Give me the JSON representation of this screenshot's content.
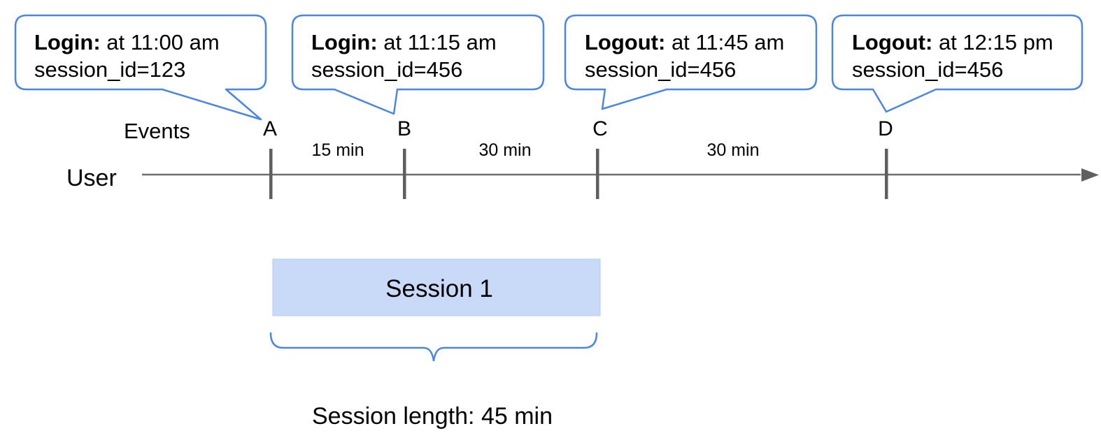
{
  "colors": {
    "bubble_border": "#4a86e8",
    "bubble_fill": "#ffffff",
    "session_fill": "#c9daf8",
    "session_border": "#b7c9ee",
    "brace": "#4a86e8",
    "axis": "#6e6e6e",
    "tick": "#5f5f5f",
    "arrow": "#5f5f5f",
    "text": "#000000"
  },
  "bubbles": [
    {
      "event": "Login:",
      "time": " at 11:00 am",
      "session": "session_id=123",
      "points_to": "A"
    },
    {
      "event": "Login:",
      "time": " at 11:15 am",
      "session": "session_id=456",
      "points_to": "B"
    },
    {
      "event": "Logout:",
      "time": " at 11:45 am",
      "session": "session_id=456",
      "points_to": "C"
    },
    {
      "event": "Logout:",
      "time": " at 12:15 pm",
      "session": "session_id=456",
      "points_to": "D"
    }
  ],
  "timeline": {
    "events_label": "Events",
    "user_label": "User",
    "tick_labels": [
      "A",
      "B",
      "C",
      "D"
    ],
    "intervals": [
      {
        "between": "A-B",
        "label": "15 min"
      },
      {
        "between": "B-C",
        "label": "30 min"
      },
      {
        "between": "C-D",
        "label": "30 min"
      }
    ]
  },
  "session": {
    "box_label": "Session 1",
    "length_label": "Session length: 45 min"
  }
}
